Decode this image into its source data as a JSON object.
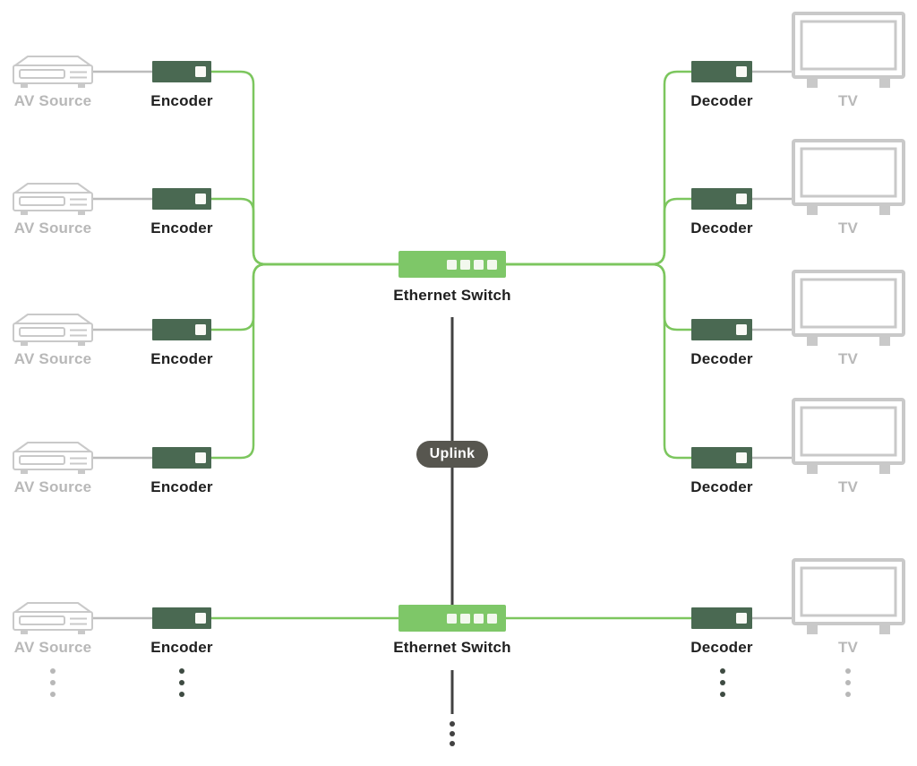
{
  "colors": {
    "device_green": "#4a6952",
    "switch_green": "#7ec768",
    "wire_green": "#7cc65e",
    "wire_gray": "#bcbcbc",
    "icon_gray": "#c9c9c9",
    "uplink_line": "#424242",
    "uplink_pill": "#57564f",
    "dark_label": "#202020",
    "muted_label": "#b8b8b8"
  },
  "icons": {
    "av_source": "media-player-outline",
    "tv": "television-outline",
    "encoder": "dark-green-box-with-port",
    "decoder": "dark-green-box-with-port",
    "ethernet_switch": "green-box-with-4-ports",
    "continuation": "vertical-ellipsis-dots"
  },
  "top_section": {
    "encoder_rows": [
      {
        "source_label": "AV Source",
        "device_label": "Encoder"
      },
      {
        "source_label": "AV Source",
        "device_label": "Encoder"
      },
      {
        "source_label": "AV Source",
        "device_label": "Encoder"
      },
      {
        "source_label": "AV Source",
        "device_label": "Encoder"
      }
    ],
    "switch": {
      "label": "Ethernet Switch"
    },
    "uplink": {
      "label": "Uplink"
    },
    "decoder_rows": [
      {
        "device_label": "Decoder",
        "display_label": "TV"
      },
      {
        "device_label": "Decoder",
        "display_label": "TV"
      },
      {
        "device_label": "Decoder",
        "display_label": "TV"
      },
      {
        "device_label": "Decoder",
        "display_label": "TV"
      }
    ]
  },
  "bottom_section": {
    "row": {
      "source_label": "AV Source",
      "encoder_label": "Encoder",
      "decoder_label": "Decoder",
      "display_label": "TV"
    },
    "switch": {
      "label": "Ethernet Switch"
    }
  }
}
